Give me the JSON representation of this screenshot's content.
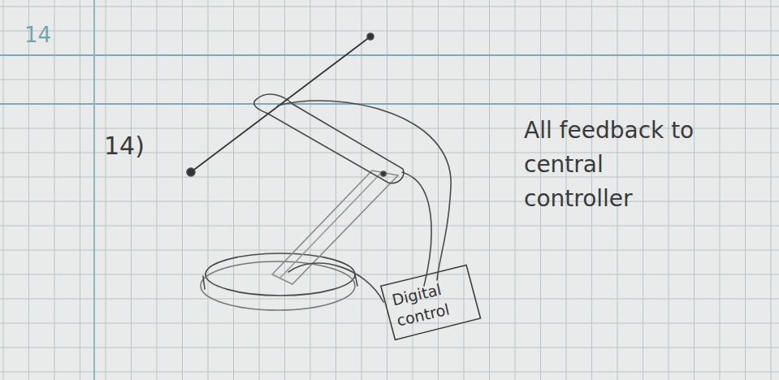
{
  "diagram": {
    "nodes": [
      {
        "text": [
          "Digital control"
        ]
      }
    ],
    "labels": [
      "14",
      "14)",
      "All feedback to central controller"
    ]
  }
}
